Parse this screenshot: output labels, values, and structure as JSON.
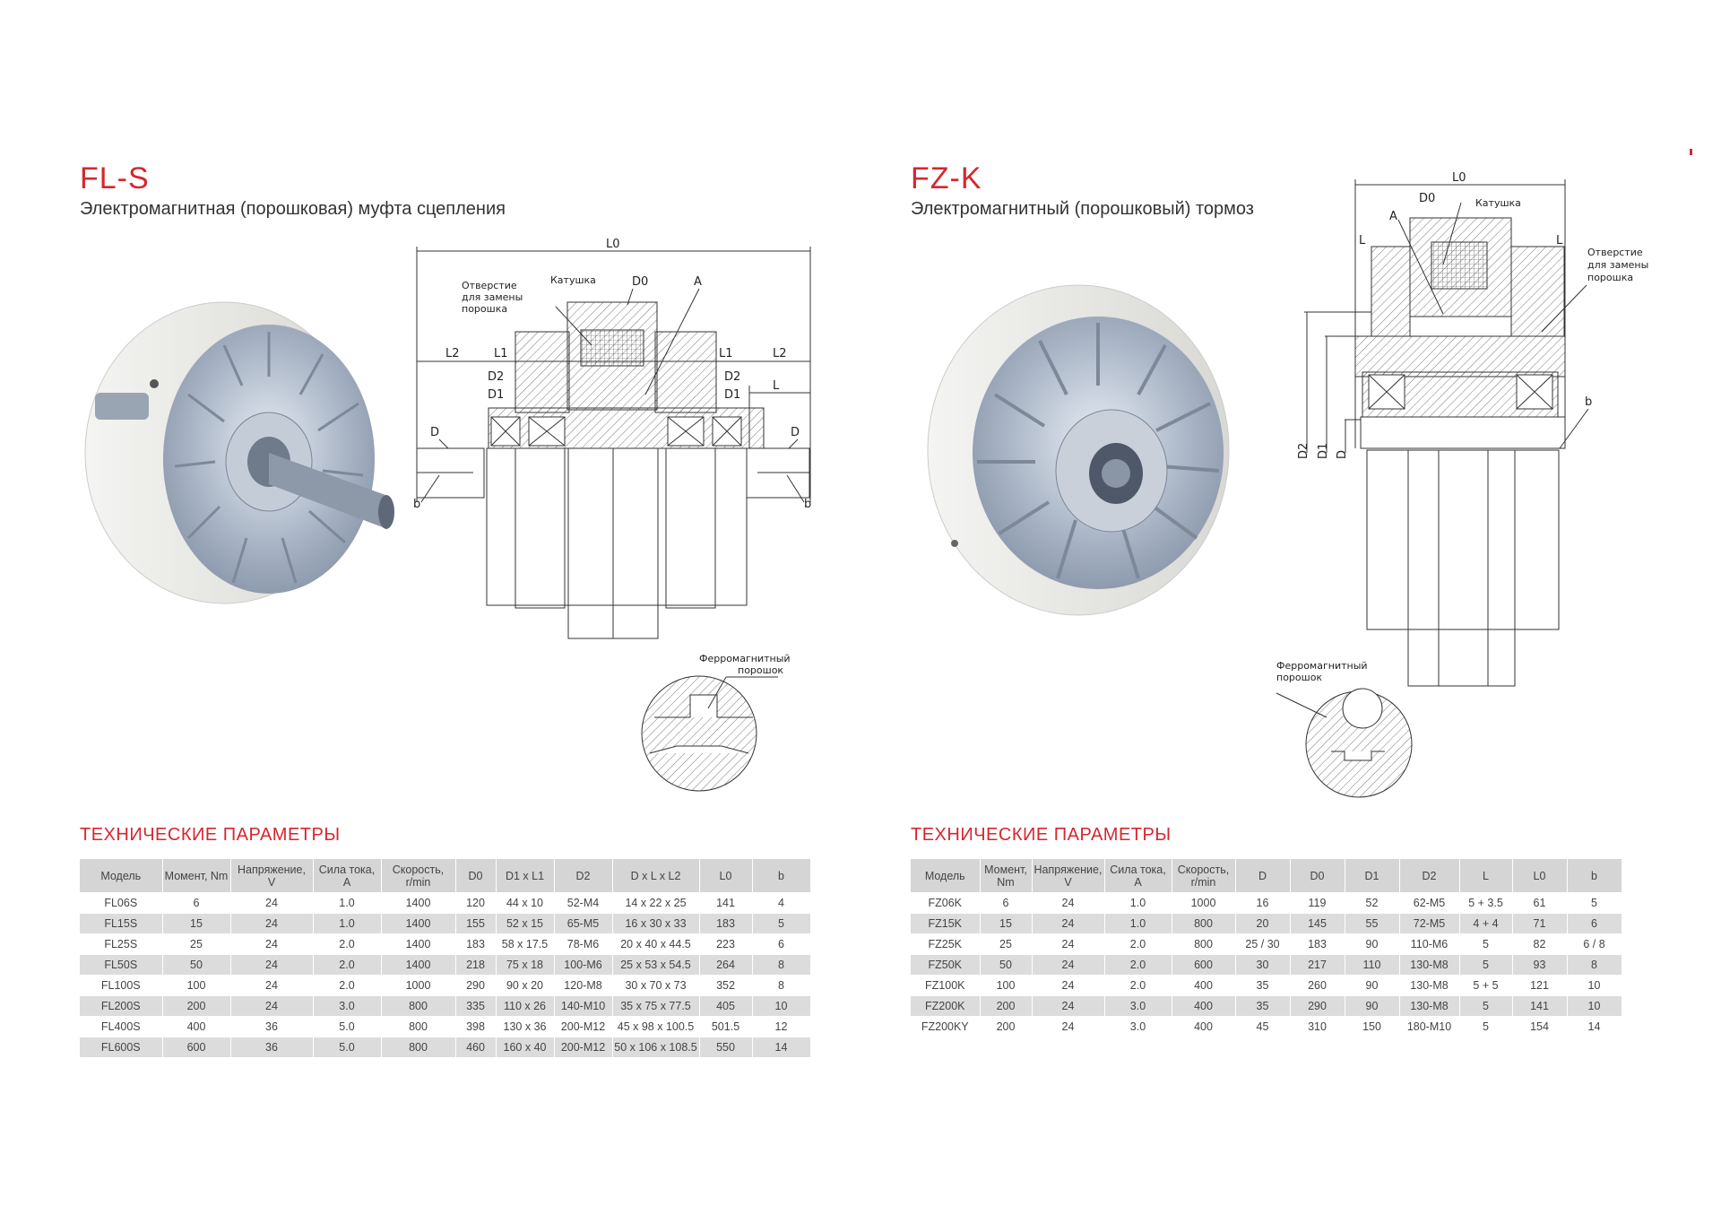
{
  "left": {
    "title": "FL-S",
    "subtitle": "Электромагнитная (порошковая) муфта сцепления",
    "section_title": "ТЕХНИЧЕСКИЕ ПАРАМЕТРЫ",
    "drawing_labels": {
      "L0": "L0",
      "hole_1": "Отверстие",
      "hole_2": "для замены",
      "hole_3": "порошка",
      "coil": "Катушка",
      "D0": "D0",
      "A": "A",
      "L2": "L2",
      "L1": "L1",
      "D2": "D2",
      "D1": "D1",
      "L": "L",
      "D": "D",
      "b": "b",
      "powder_1": "Ферромагнитный",
      "powder_2": "порошок"
    },
    "table": {
      "headers": [
        "Модель",
        "Момент, Nm",
        "Напряжение, V",
        "Сила тока, A",
        "Скорость, r/min",
        "D0",
        "D1 x L1",
        "D2",
        "D x L x L2",
        "L0",
        "b"
      ],
      "rows": [
        [
          "FL06S",
          "6",
          "24",
          "1.0",
          "1400",
          "120",
          "44 x 10",
          "52-M4",
          "14 x 22 x 25",
          "141",
          "4"
        ],
        [
          "FL15S",
          "15",
          "24",
          "1.0",
          "1400",
          "155",
          "52 x 15",
          "65-M5",
          "16 x 30 x 33",
          "183",
          "5"
        ],
        [
          "FL25S",
          "25",
          "24",
          "2.0",
          "1400",
          "183",
          "58 x 17.5",
          "78-M6",
          "20 x 40 x 44.5",
          "223",
          "6"
        ],
        [
          "FL50S",
          "50",
          "24",
          "2.0",
          "1400",
          "218",
          "75 x 18",
          "100-M6",
          "25 x 53 x 54.5",
          "264",
          "8"
        ],
        [
          "FL100S",
          "100",
          "24",
          "2.0",
          "1000",
          "290",
          "90 x 20",
          "120-M8",
          "30 x 70 x 73",
          "352",
          "8"
        ],
        [
          "FL200S",
          "200",
          "24",
          "3.0",
          "800",
          "335",
          "110 x 26",
          "140-M10",
          "35 x 75 x 77.5",
          "405",
          "10"
        ],
        [
          "FL400S",
          "400",
          "36",
          "5.0",
          "800",
          "398",
          "130 x 36",
          "200-M12",
          "45 x 98 x 100.5",
          "501.5",
          "12"
        ],
        [
          "FL600S",
          "600",
          "36",
          "5.0",
          "800",
          "460",
          "160 x 40",
          "200-M12",
          "50 x 106 x 108.5",
          "550",
          "14"
        ]
      ]
    }
  },
  "right": {
    "title": "FZ-K",
    "subtitle": "Электромагнитный (порошковый) тормоз",
    "section_title": "ТЕХНИЧЕСКИЕ ПАРАМЕТРЫ",
    "drawing_labels": {
      "L0": "L0",
      "D0": "D0",
      "coil": "Катушка",
      "A": "A",
      "L": "L",
      "hole_1": "Отверстие",
      "hole_2": "для замены",
      "hole_3": "порошка",
      "D2": "D2",
      "D1": "D1",
      "D": "D",
      "b": "b",
      "powder_1": "Ферромагнитный",
      "powder_2": "порошок"
    },
    "table": {
      "headers": [
        "Модель",
        "Момент, Nm",
        "Напряжение, V",
        "Сила тока, A",
        "Скорость, r/min",
        "D",
        "D0",
        "D1",
        "D2",
        "L",
        "L0",
        "b"
      ],
      "rows": [
        [
          "FZ06K",
          "6",
          "24",
          "1.0",
          "1000",
          "16",
          "119",
          "52",
          "62-M5",
          "5 + 3.5",
          "61",
          "5"
        ],
        [
          "FZ15K",
          "15",
          "24",
          "1.0",
          "800",
          "20",
          "145",
          "55",
          "72-M5",
          "4 + 4",
          "71",
          "6"
        ],
        [
          "FZ25K",
          "25",
          "24",
          "2.0",
          "800",
          "25 / 30",
          "183",
          "90",
          "110-M6",
          "5",
          "82",
          "6 / 8"
        ],
        [
          "FZ50K",
          "50",
          "24",
          "2.0",
          "600",
          "30",
          "217",
          "110",
          "130-M8",
          "5",
          "93",
          "8"
        ],
        [
          "FZ100K",
          "100",
          "24",
          "2.0",
          "400",
          "35",
          "260",
          "90",
          "130-M8",
          "5 + 5",
          "121",
          "10"
        ],
        [
          "FZ200K",
          "200",
          "24",
          "3.0",
          "400",
          "35",
          "290",
          "90",
          "130-M8",
          "5",
          "141",
          "10"
        ],
        [
          "FZ200KY",
          "200",
          "24",
          "3.0",
          "400",
          "45",
          "310",
          "150",
          "180-M10",
          "5",
          "154",
          "14"
        ]
      ]
    }
  },
  "colors": {
    "accent": "#d7262e",
    "row_shade": "#dcdcdc",
    "header": "#d5d5d5"
  }
}
